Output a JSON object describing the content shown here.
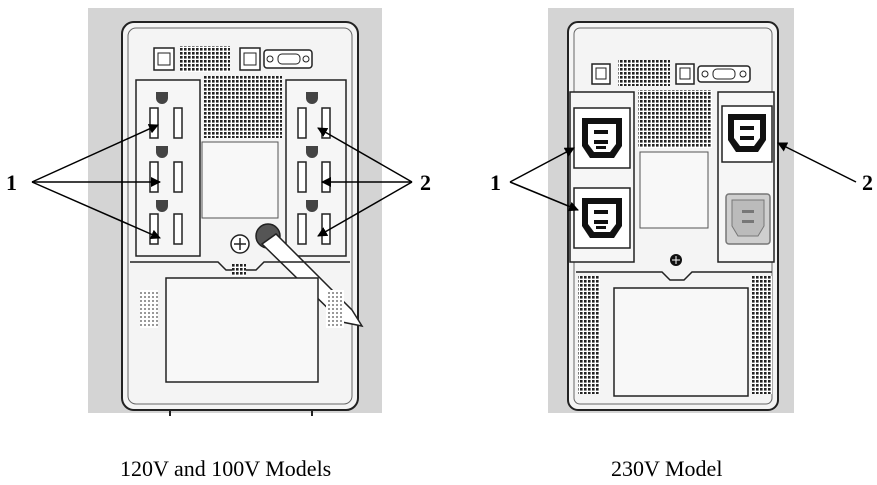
{
  "left_panel": {
    "caption": "120V and 100V Models",
    "callout_left": "1",
    "callout_right": "2"
  },
  "right_panel": {
    "caption": "230V Model",
    "callout_left": "1",
    "callout_right": "2"
  }
}
